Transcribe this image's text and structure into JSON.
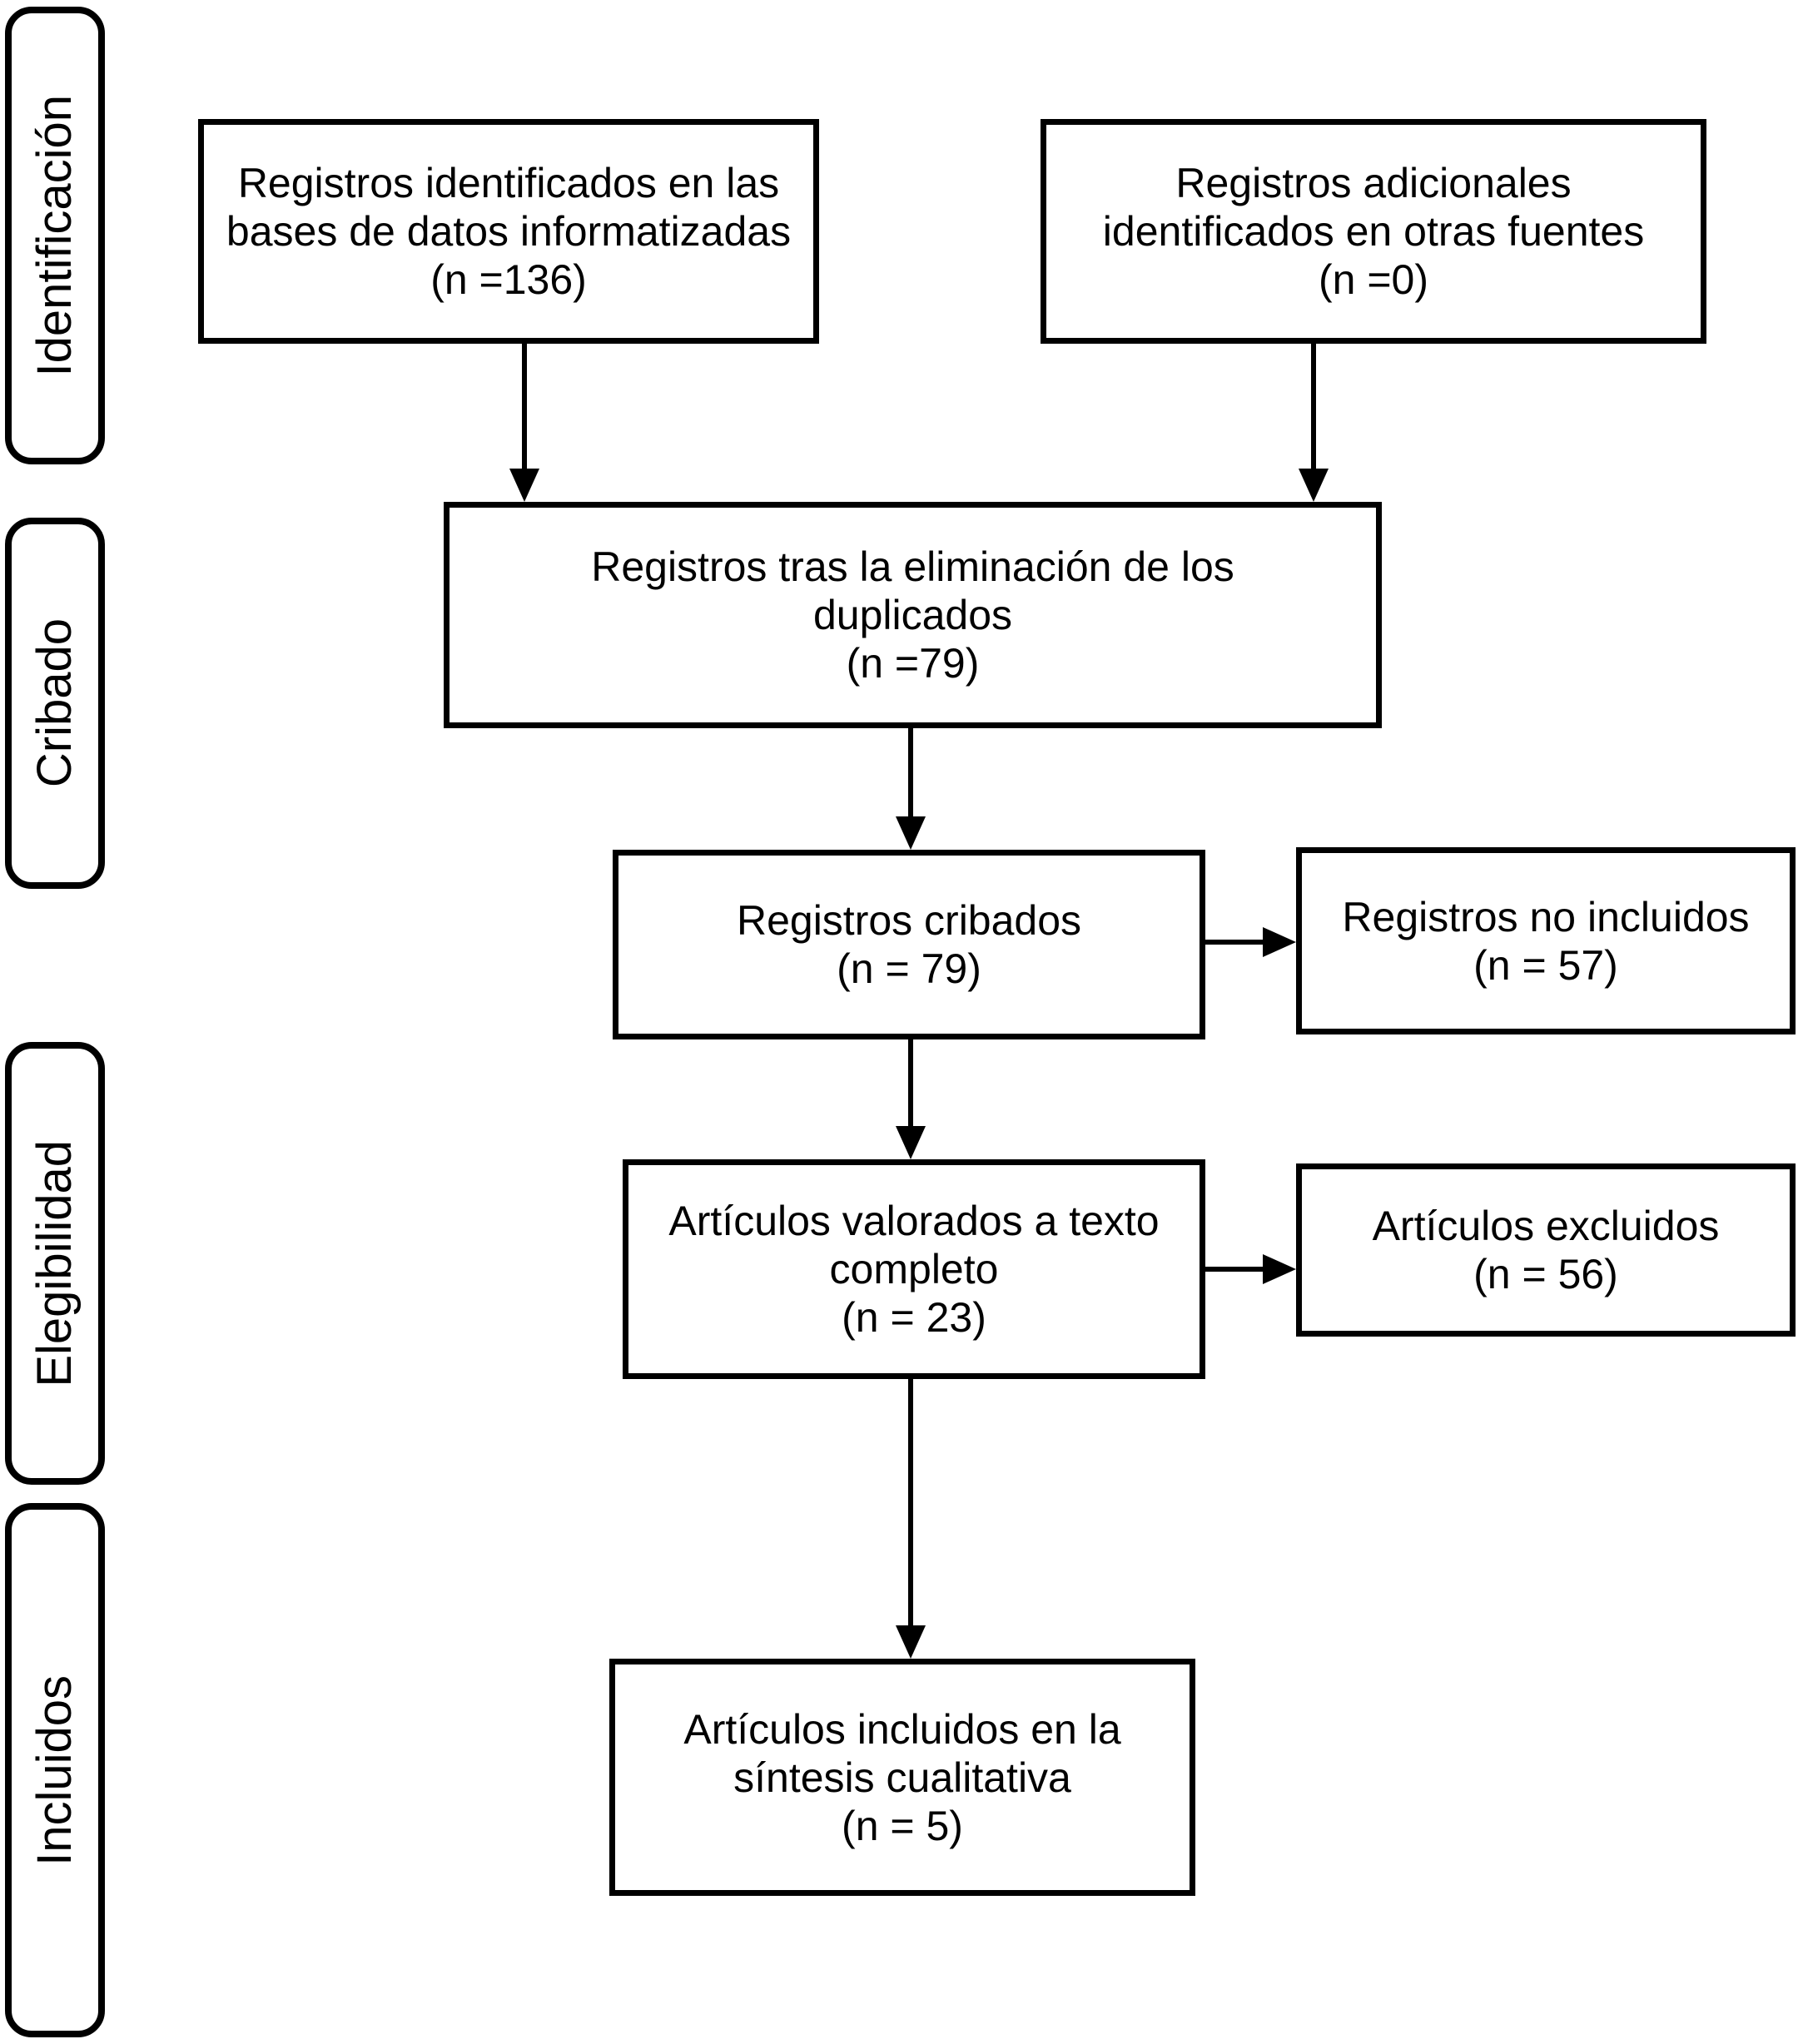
{
  "diagram": {
    "type": "prisma-flowchart",
    "colors": {
      "background": "#ffffff",
      "line": "#000000",
      "text": "#000000"
    },
    "stages": [
      {
        "label": "Identificación"
      },
      {
        "label": "Cribado"
      },
      {
        "label": "Elegibilidad"
      },
      {
        "label": "Incluidos"
      }
    ],
    "boxes": [
      {
        "n": 136,
        "lines": [
          "Registros identificados en las",
          "bases de datos informatizadas",
          "(n =136)"
        ]
      },
      {
        "n": 0,
        "lines": [
          "Registros adicionales",
          "identificados en otras fuentes",
          "(n =0)"
        ]
      },
      {
        "n": 79,
        "lines": [
          "Registros tras la eliminación de los",
          "duplicados",
          "(n =79)"
        ]
      },
      {
        "n": 79,
        "lines": [
          "Registros cribados",
          "(n = 79)"
        ]
      },
      {
        "n": 57,
        "lines": [
          "Registros no incluidos",
          "(n = 57)"
        ]
      },
      {
        "n": 23,
        "lines": [
          "Artículos valorados a texto",
          "completo",
          "(n = 23)"
        ]
      },
      {
        "n": 56,
        "lines": [
          "Artículos excluidos",
          "(n = 56)"
        ]
      },
      {
        "n": 5,
        "lines": [
          "Artículos incluidos en la",
          "síntesis cualitativa",
          "(n = 5)"
        ]
      }
    ]
  }
}
